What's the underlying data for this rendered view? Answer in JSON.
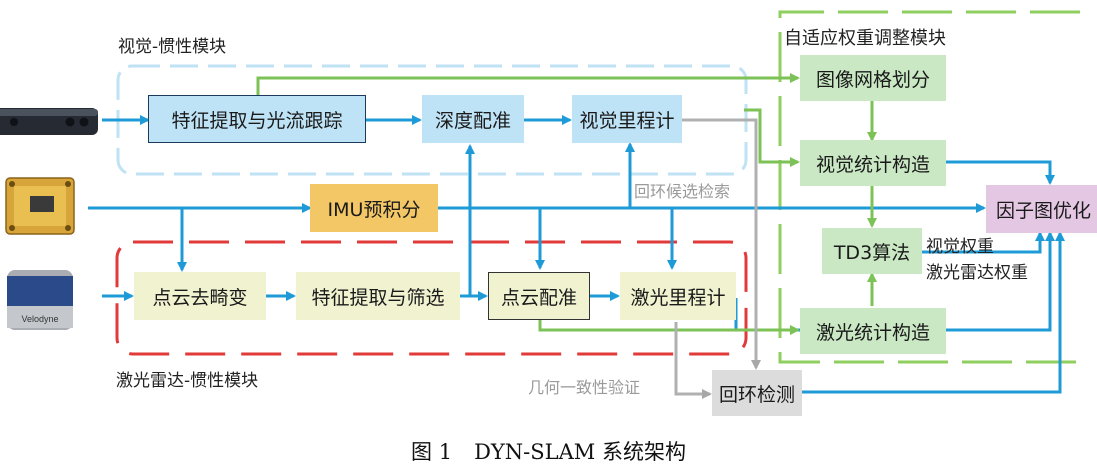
{
  "groups": {
    "visual_inertial": "视觉-惯性模块",
    "adaptive": "自适应权重调整模块",
    "lidar_inertial": "激光雷达-惯性模块"
  },
  "nodes": {
    "feature_tracking": "特征提取与光流跟踪",
    "depth_registration": "深度配准",
    "visual_odometry": "视觉里程计",
    "imu_preintegration": "IMU预积分",
    "deskew": "点云去畸变",
    "feature_filter": "特征提取与筛选",
    "pc_registration": "点云配准",
    "lidar_odometry": "激光里程计",
    "loop_detection": "回环检测",
    "image_grid": "图像网格划分",
    "visual_stats": "视觉统计构造",
    "td3": "TD3算法",
    "lidar_stats": "激光统计构造",
    "factor_graph": "因子图优化"
  },
  "edge_labels": {
    "loop_candidate": "回环候选检索",
    "visual_weight": "视觉权重",
    "lidar_weight": "激光雷达权重",
    "geometric_check": "几何一致性验证"
  },
  "sensors": {
    "lidar_brand": "Velodyne"
  },
  "caption": {
    "number": "图 1",
    "title": "DYN-SLAM 系统架构"
  },
  "colors": {
    "blue_arrow": "#1e9bd7",
    "green_arrow": "#7cc257",
    "gray_arrow": "#b0b0b0",
    "red_dash": "#e03a3a",
    "green_dash": "#8fcf5f",
    "lightblue_dash": "#bfe2f4"
  }
}
